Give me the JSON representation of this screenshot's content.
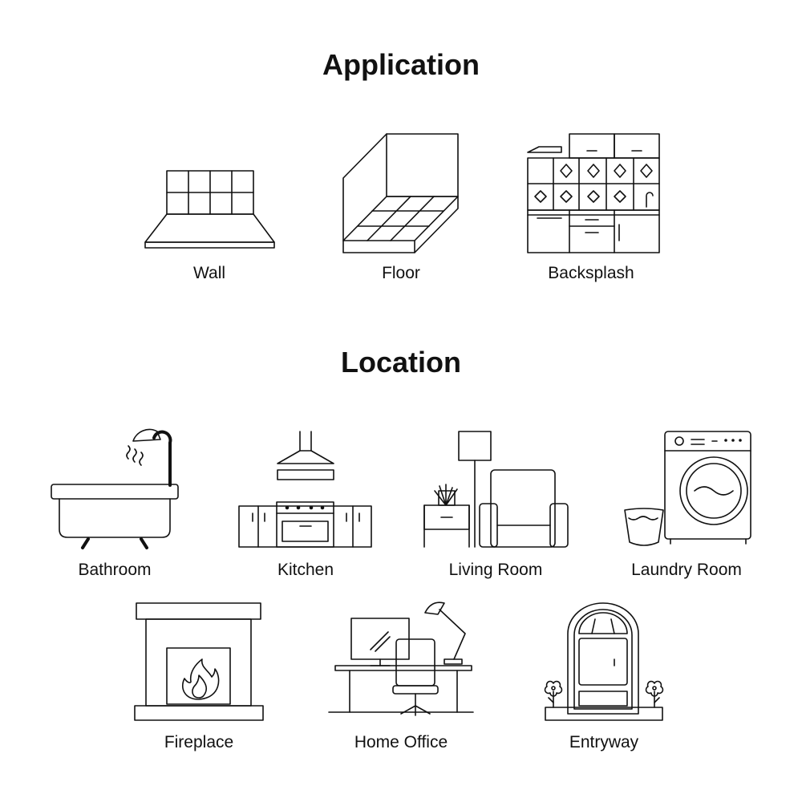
{
  "sections": [
    {
      "title": "Application",
      "items": [
        {
          "label": "Wall"
        },
        {
          "label": "Floor"
        },
        {
          "label": "Backsplash"
        }
      ]
    },
    {
      "title": "Location",
      "items": [
        {
          "label": "Bathroom"
        },
        {
          "label": "Kitchen"
        },
        {
          "label": "Living Room"
        },
        {
          "label": "Laundry Room"
        },
        {
          "label": "Fireplace"
        },
        {
          "label": "Home Office"
        },
        {
          "label": "Entryway"
        }
      ]
    }
  ],
  "colors": {
    "stroke": "#111111",
    "background": "#ffffff"
  }
}
